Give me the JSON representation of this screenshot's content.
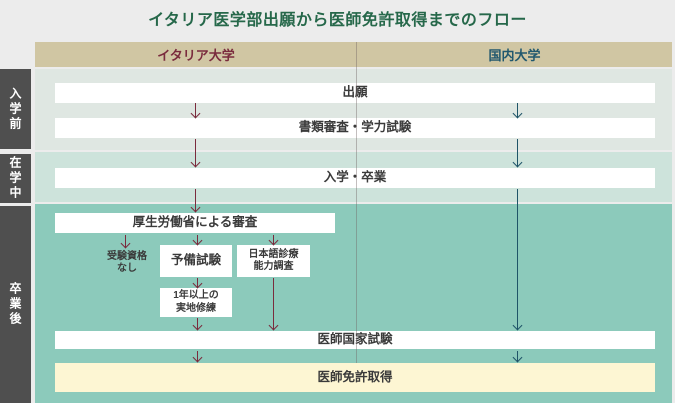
{
  "title": "イタリア医学部出願から医師免許取得までのフロー",
  "columns": {
    "italy": "イタリア大学",
    "domestic": "国内大学"
  },
  "phases": {
    "before": "入学前",
    "during": "在学中",
    "after": "卒業後"
  },
  "nodes": {
    "application": "出願",
    "screening": "書類審査・学力試験",
    "enrollment": "入学・卒業",
    "mhlw_review": "厚生労働省による審査",
    "no_eligibility": "受験資格\nなし",
    "preliminary_exam": "予備試験",
    "japanese_clinical_survey": "日本語診療\n能力調査",
    "practical_training": "1年以上の\n実地修練",
    "national_exam": "医師国家試験",
    "license": "医師免許取得"
  },
  "colors": {
    "title_green": "#26684a",
    "header_tan": "#d0c6a3",
    "italy_maroon": "#7a2b3d",
    "domestic_teal": "#1f5468",
    "band_before": "#dfe7e2",
    "band_during": "#cde3db",
    "band_after": "#8ccabb",
    "sidebar_gray": "#4f4f4f",
    "license_yellow": "#fdf6d3"
  }
}
